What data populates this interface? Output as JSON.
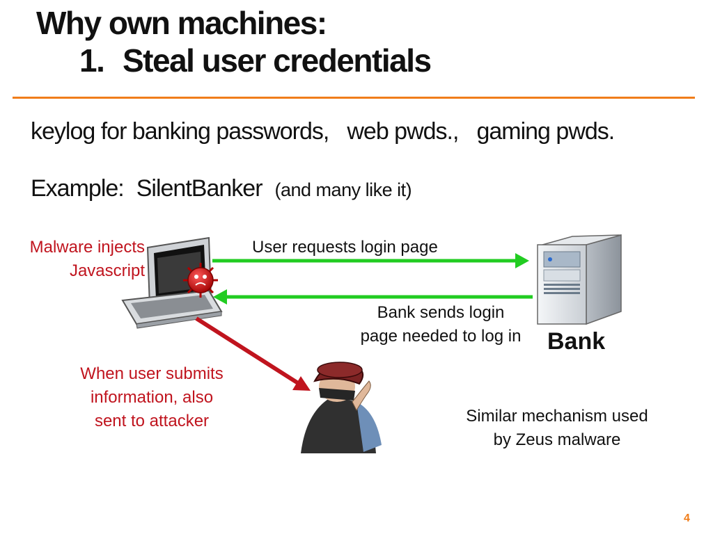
{
  "slide": {
    "title_line1": "Why own machines:",
    "title_num": "1.",
    "title_line2": "Steal user credentials",
    "bullet": {
      "a": "keylog for banking passwords,",
      "b": "web pwds.,",
      "c": "gaming pwds."
    },
    "example": {
      "label": "Example:",
      "name": "SilentBanker",
      "note": "(and many like it)"
    },
    "diagram": {
      "malware_line1": "Malware injects",
      "malware_line2": "Javascript",
      "request": "User requests login page",
      "response_line1": "Bank sends login",
      "response_line2": "page needed to log in",
      "bank": "Bank",
      "submit_line1": "When user submits",
      "submit_line2": "information, also",
      "submit_line3": "sent to attacker",
      "zeus_line1": "Similar mechanism used",
      "zeus_line2": "by Zeus malware"
    },
    "page_number": "4",
    "colors": {
      "accent_orange": "#f07d1a",
      "arrow_green": "#22cc22",
      "arrow_red": "#c0141e",
      "label_red": "#c0141e"
    },
    "icons": [
      "laptop-icon",
      "virus-icon",
      "server-icon",
      "attacker-icon"
    ]
  }
}
